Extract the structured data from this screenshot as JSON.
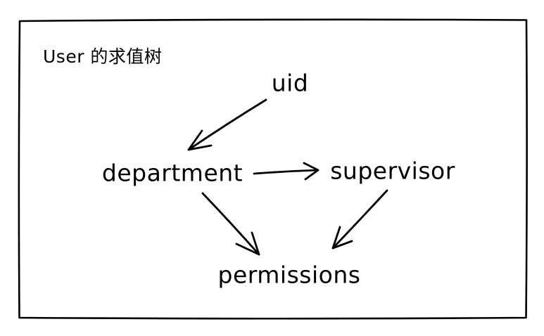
{
  "title": "User 的求值树",
  "nodes": {
    "uid": {
      "label": "uid"
    },
    "department": {
      "label": "department"
    },
    "supervisor": {
      "label": "supervisor"
    },
    "permissions": {
      "label": "permissions"
    }
  },
  "edges": [
    {
      "from": "uid",
      "to": "department"
    },
    {
      "from": "department",
      "to": "supervisor"
    },
    {
      "from": "department",
      "to": "permissions"
    },
    {
      "from": "supervisor",
      "to": "permissions"
    }
  ],
  "colors": {
    "ink": "#000000",
    "background": "#ffffff"
  }
}
